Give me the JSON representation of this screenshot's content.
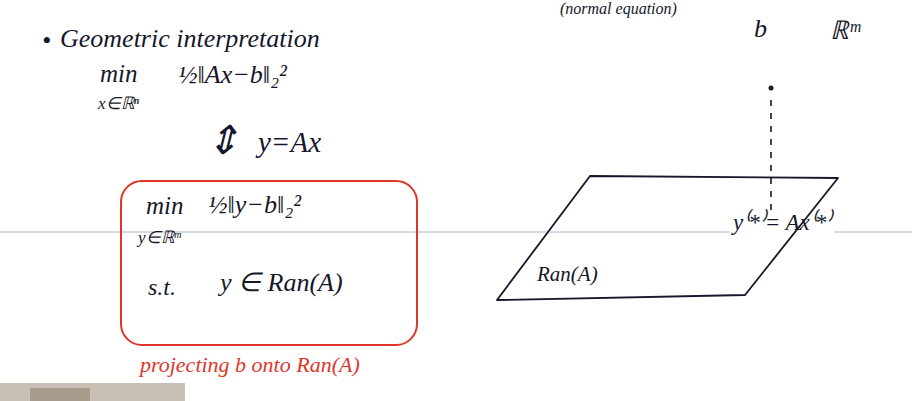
{
  "diagram": {
    "nodes": [
      {
        "text": [
          "min",
          "y∈ℝᵐ",
          "½‖y−b‖₂²",
          "s.t.",
          "y ∈ Ran(A)"
        ]
      },
      {
        "text": [
          "Ran(A)"
        ]
      }
    ],
    "labels": [
      "(normal equation)",
      "•",
      "Geometric interpretation",
      "min",
      "x∈ℝⁿ",
      "½‖Ax−b‖₂²",
      "⇕",
      "y=Ax",
      "b",
      "ℝᵐ",
      "y⁽*⁾= Ax⁽*⁾",
      "projecting b onto Ran(A)"
    ]
  }
}
